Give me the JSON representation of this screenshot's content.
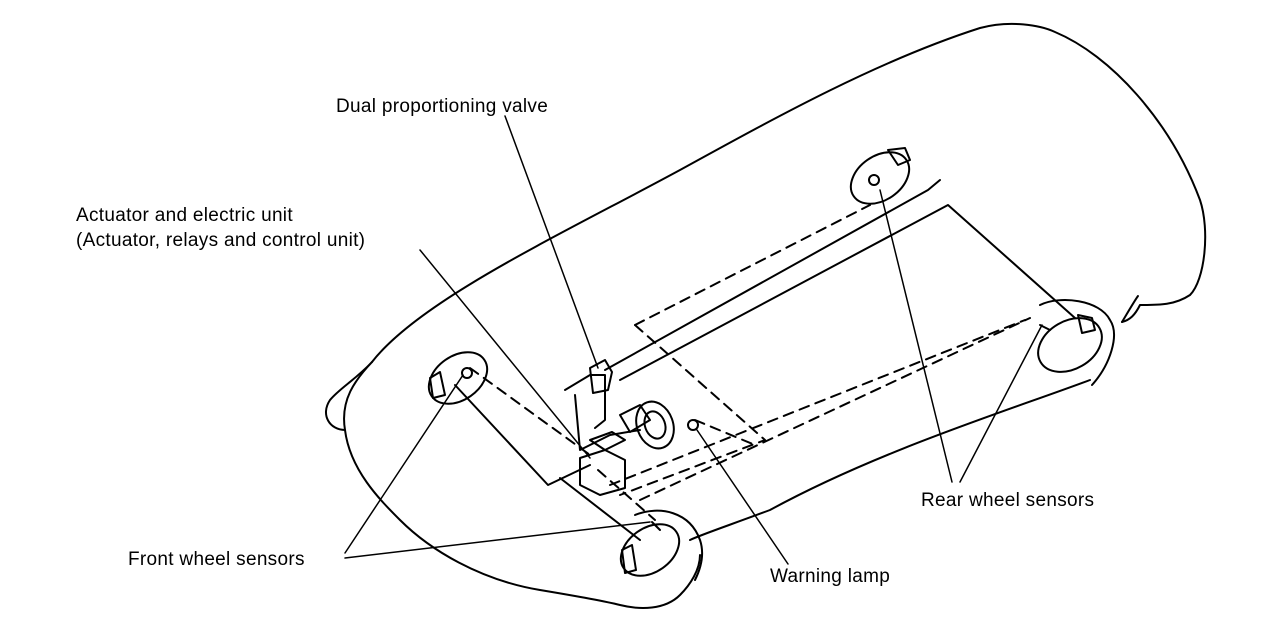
{
  "labels": {
    "dual_proportioning_valve": "Dual proportioning valve",
    "actuator_line1": "Actuator and electric unit",
    "actuator_line2": "(Actuator, relays and control unit)",
    "rear_wheel_sensors": "Rear wheel sensors",
    "front_wheel_sensors": "Front wheel sensors",
    "warning_lamp": "Warning lamp"
  },
  "colors": {
    "line": "#000000",
    "background": "#ffffff"
  }
}
